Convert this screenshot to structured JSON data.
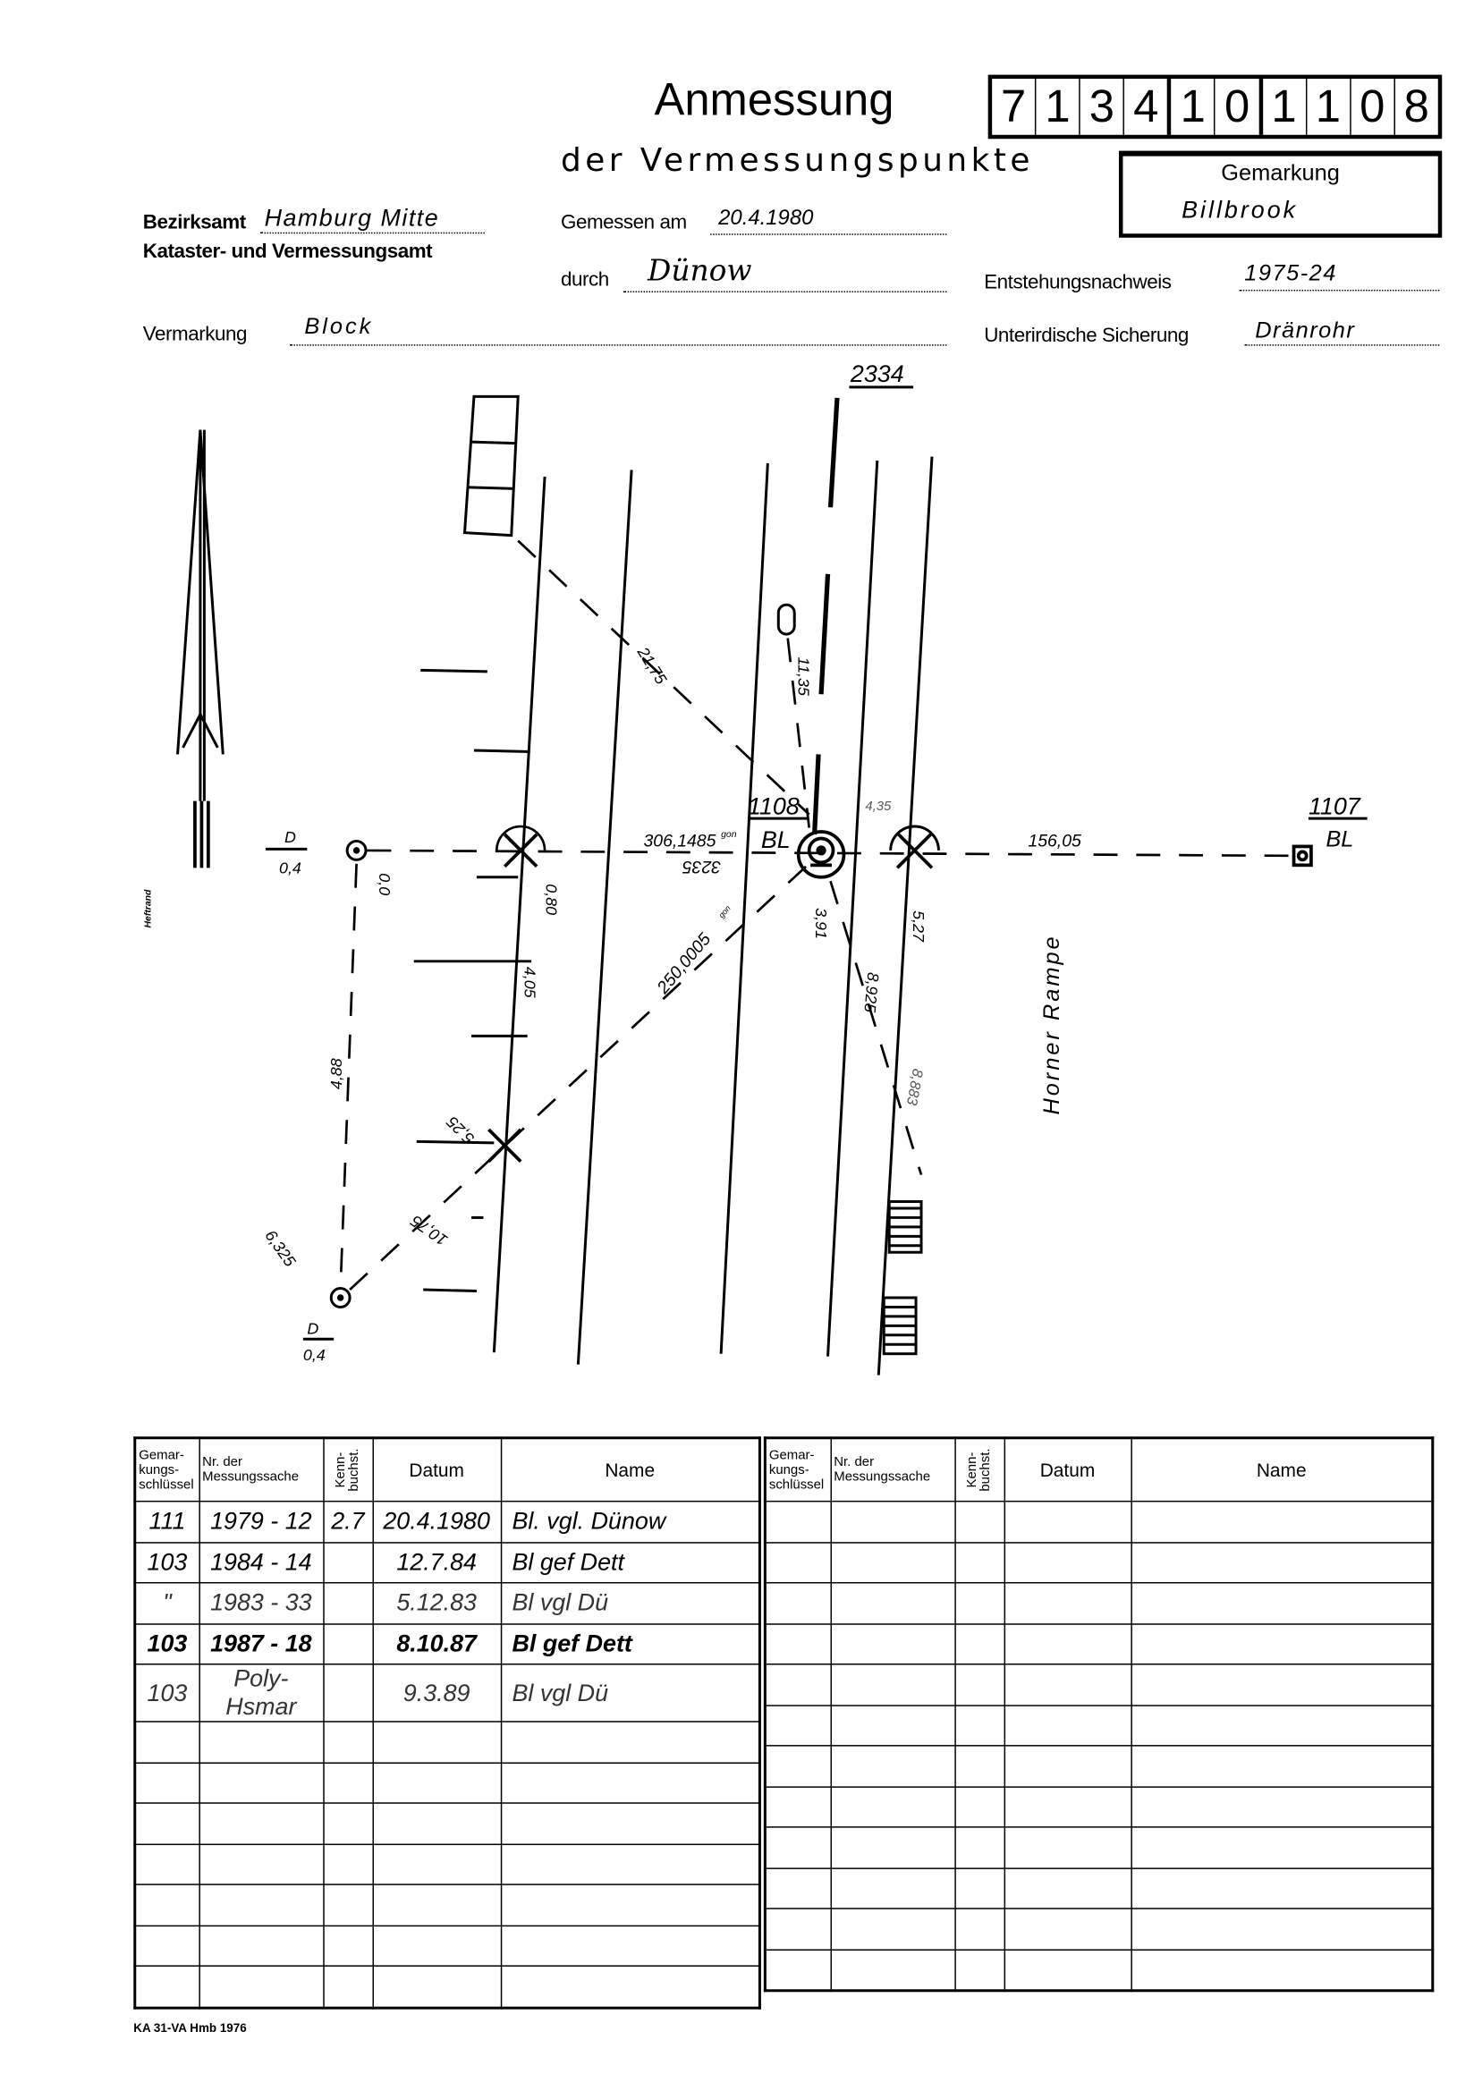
{
  "header": {
    "title": "Anmessung",
    "subtitle": "der Vermessungspunkte",
    "number_digits": [
      "7",
      "1",
      "3",
      "4",
      "1",
      "0",
      "1",
      "1",
      "0",
      "8"
    ],
    "gemarkung_label": "Gemarkung",
    "gemarkung_value": "Billbrook"
  },
  "fields": {
    "bezirksamt_label": "Bezirksamt",
    "bezirksamt_value": "Hamburg  Mitte",
    "office": "Kataster- und Vermessungsamt",
    "gemessen_label": "Gemessen am",
    "gemessen_value": "20.4.1980",
    "durch_label": "durch",
    "durch_value": "Dünow",
    "entstehung_label": "Entstehungsnachweis",
    "entstehung_value": "1975-24",
    "vermarkung_label": "Vermarkung",
    "vermarkung_value": "Block",
    "sicherung_label": "Unterirdische Sicherung",
    "sicherung_value": "Dränrohr"
  },
  "drawing": {
    "parcel": "2334",
    "point_main": "1108",
    "point_main_type": "BL",
    "point_ref": "1107",
    "point_ref_type": "BL",
    "direction_1": "306,1485",
    "direction_1_unit": "gon",
    "direction_1_back": "3235",
    "direction_2": "250,0005",
    "direction_2_unit": "gon",
    "distance_ref": "156,05",
    "dist_2175": "21,75",
    "dist_1135": "11,35",
    "dist_435": "4,35",
    "dist_000": "0,0",
    "dist_080": "0,80",
    "dist_405": "4,05",
    "dist_488": "4,88",
    "dist_525": "5,25",
    "dist_1075": "10,75",
    "dist_6325": "6,325",
    "dist_391": "3,91",
    "dist_527": "5,27",
    "dist_8925": "8,925",
    "dist_8883": "8,883",
    "mark_d_1": "D",
    "mark_d_1_depth": "0,4",
    "mark_d_2": "D",
    "mark_d_2_depth": "0,4",
    "street_name": "Horner  Rampe",
    "margin_label": "Heftrand"
  },
  "table": {
    "headers": [
      "Gemar-kungs-schlüssel",
      "Nr. der Messungssache",
      "Kenn-buchst.",
      "Datum",
      "Name"
    ],
    "rows": [
      [
        "111",
        "1979 - 12",
        "2.7",
        "20.4.1980",
        "Bl. vgl. Dünow"
      ],
      [
        "103",
        "1984 - 14",
        "",
        "12.7.84",
        "Bl gef Dett"
      ],
      [
        "\"",
        "1983 - 33",
        "",
        "5.12.83",
        "Bl vgl Dü"
      ],
      [
        "103",
        "1987 - 18",
        "",
        "8.10.87",
        "Bl gef Dett"
      ],
      [
        "103",
        "Poly-Hsmar",
        "",
        "9.3.89",
        "Bl vgl Dü"
      ]
    ],
    "row_count": 12
  },
  "footer": "KA 31-VA Hmb 1976"
}
